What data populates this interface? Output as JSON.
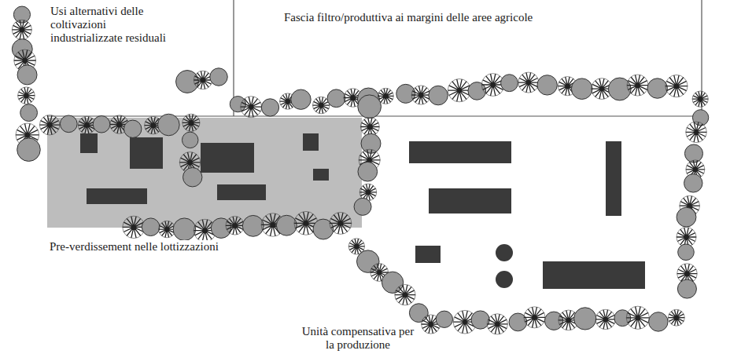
{
  "diagram": {
    "nodes": [
      {
        "text": [
          "Usi alternativi delle coltivazioni industrializzate residuali"
        ]
      },
      {
        "text": [
          "Fascia filtro/produttiva ai margini delle aree agricole"
        ]
      }
    ],
    "labels": [
      "Pre-verdissement nelle lottizzazioni",
      "Unità compensativa per la produzione"
    ]
  }
}
